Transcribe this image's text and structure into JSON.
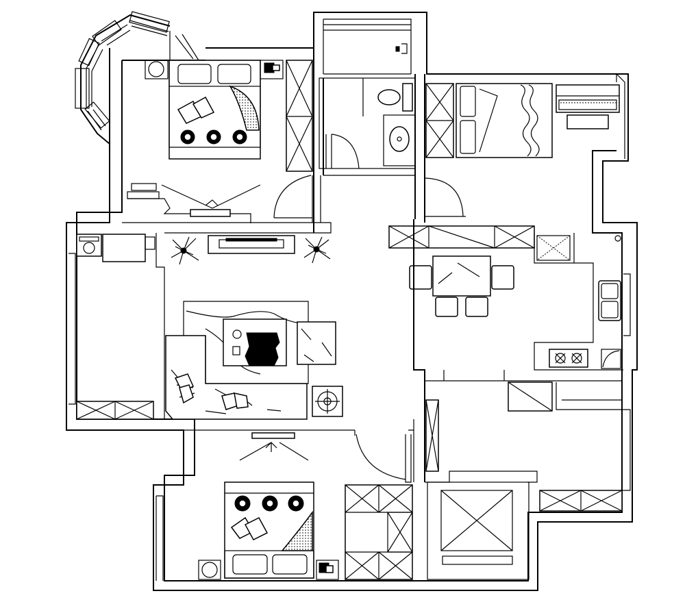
{
  "drawing": {
    "type": "apartment-floor-plan",
    "line_color": "#000000",
    "background_color": "#ffffff",
    "rooms": [
      "master-bedroom",
      "bathroom",
      "balcony-north",
      "bedroom-east",
      "living-room",
      "dining-area",
      "kitchen",
      "study",
      "bedroom-south",
      "stair-shaft",
      "utility-room",
      "balcony-west",
      "bay-window"
    ],
    "furniture": [
      "double-bed",
      "single-bed",
      "sofa",
      "coffee-table",
      "tv-cabinet",
      "wardrobe",
      "dining-table",
      "toilet",
      "wash-basin",
      "kitchen-sink",
      "gas-stove",
      "fridge",
      "washing-machine",
      "piano",
      "desk",
      "potted-plant",
      "nightstand"
    ]
  }
}
